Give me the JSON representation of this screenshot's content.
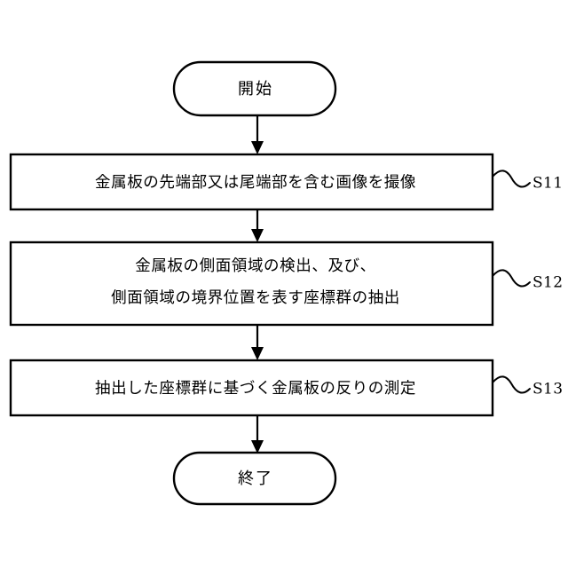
{
  "figure": {
    "kind": "flowchart",
    "orientation": "vertical",
    "background_color": "#ffffff",
    "line_color": "#000000"
  },
  "nodes": {
    "start": {
      "shape": "terminal",
      "label": "開始"
    },
    "step1": {
      "shape": "process",
      "label_line1": "金属板の先端部又は尾端部を含む画像を撮像",
      "step_label": "S11"
    },
    "step2": {
      "shape": "process",
      "label_line1": "金属板の側面領域の検出、及び、",
      "label_line2": "側面領域の境界位置を表す座標群の抽出",
      "step_label": "S12"
    },
    "step3": {
      "shape": "process",
      "label_line1": "抽出した座標群に基づく金属板の反りの測定",
      "step_label": "S13"
    },
    "end": {
      "shape": "terminal",
      "label": "終了"
    }
  },
  "connectors": [
    {
      "from": "start",
      "to": "step1",
      "arrow": "down"
    },
    {
      "from": "step1",
      "to": "step2",
      "arrow": "down"
    },
    {
      "from": "step2",
      "to": "step3",
      "arrow": "down"
    },
    {
      "from": "step3",
      "to": "end",
      "arrow": "down"
    }
  ]
}
